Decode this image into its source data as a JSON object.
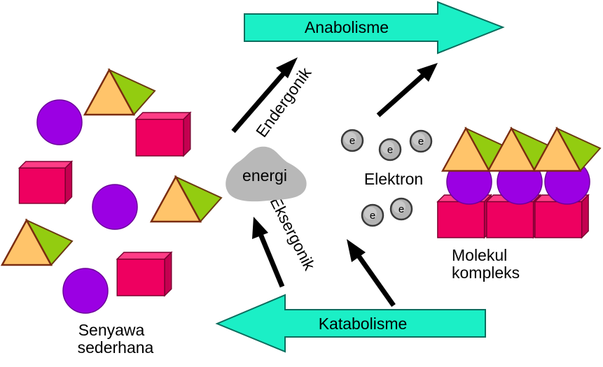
{
  "arrows": {
    "anabolism": "Anabolisme",
    "catabolism": "Katabolisme",
    "endergonic": "Endergonik",
    "exergonic": "Eksergonik"
  },
  "energy": {
    "label": "energi"
  },
  "electrons": {
    "label": "Elektron",
    "symbol": "e"
  },
  "left_group": {
    "line1": "Senyawa",
    "line2": "sederhana"
  },
  "right_group": {
    "line1": "Molekul",
    "line2": "kompleks"
  },
  "colors": {
    "process_arrow": "#1BEFC6",
    "circle": "#9B00E3",
    "cube_front": "#EE0060",
    "triangle_orange": "#FFC46A",
    "triangle_green": "#93CC10",
    "energy_blob": "#B8B8B8"
  }
}
